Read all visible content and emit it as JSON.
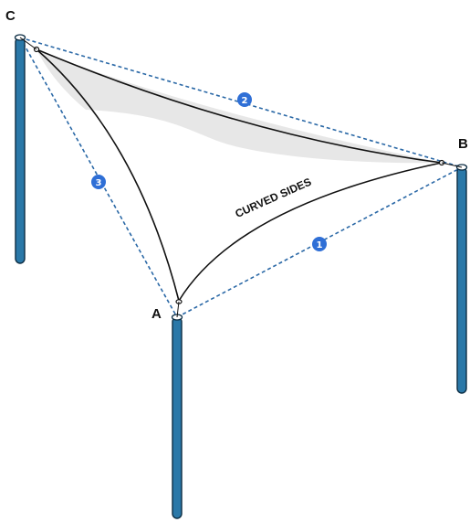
{
  "labels": {
    "corner_a": "A",
    "corner_b": "B",
    "corner_c": "C",
    "caption": "CURVED SIDES"
  },
  "sides": [
    {
      "number": "1"
    },
    {
      "number": "2"
    },
    {
      "number": "3"
    }
  ],
  "colors": {
    "pole": "#2a78a8",
    "pole_outline": "#0e2f45",
    "dashed_line": "#2a68a6",
    "badge": "#2f6fd6",
    "shade": "#e7e7e7"
  }
}
